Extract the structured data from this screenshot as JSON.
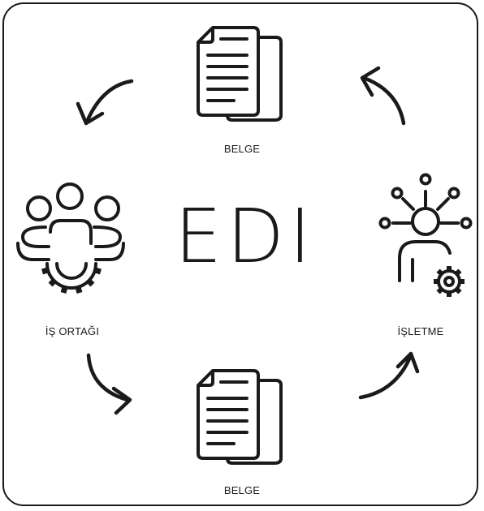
{
  "center": {
    "title": "EDI"
  },
  "nodes": {
    "top_document": {
      "label": "BELGE",
      "icon": "document-stack-icon"
    },
    "bottom_document": {
      "label": "BELGE",
      "icon": "document-stack-icon"
    },
    "left_partner": {
      "label": "İŞ ORTAĞI",
      "icon": "team-gear-icon"
    },
    "right_business": {
      "label": "İŞLETME",
      "icon": "manager-network-gear-icon"
    }
  },
  "colors": {
    "stroke": "#1a1a1a",
    "background": "#ffffff"
  }
}
